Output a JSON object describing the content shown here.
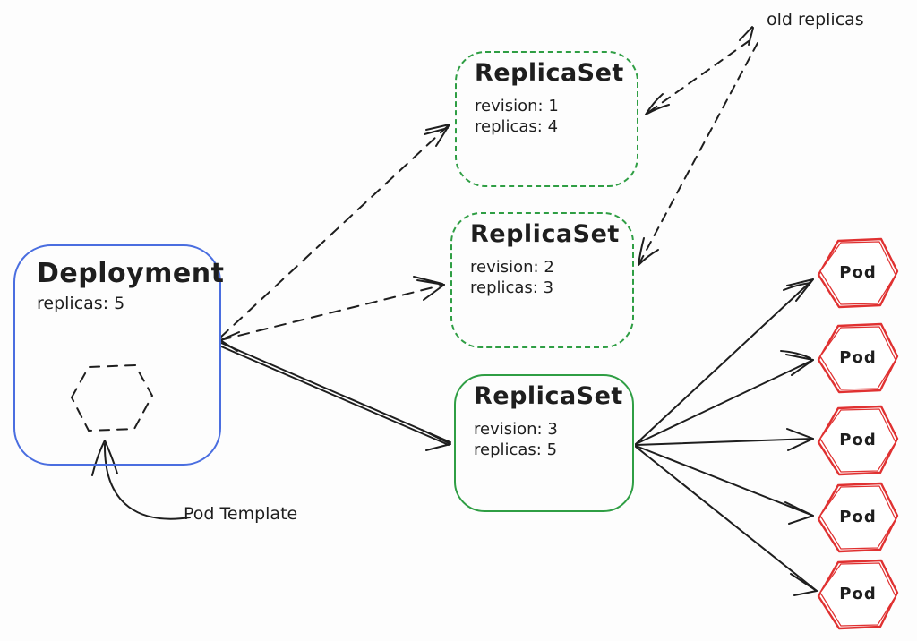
{
  "colors": {
    "background": "#fdfdfd",
    "deployment_border": "#4a6ee0",
    "replicaset_border": "#2f9e44",
    "pod_border": "#e03131",
    "arrow": "#1e1e1e"
  },
  "deployment": {
    "title": "Deployment",
    "replicas": "replicas: 5"
  },
  "replicasets": [
    {
      "title": "ReplicaSet",
      "revision": "revision: 1",
      "replicas": "replicas: 4",
      "state": "old"
    },
    {
      "title": "ReplicaSet",
      "revision": "revision: 2",
      "replicas": "replicas: 3",
      "state": "old"
    },
    {
      "title": "ReplicaSet",
      "revision": "revision: 3",
      "replicas": "replicas: 5",
      "state": "current"
    }
  ],
  "pods": [
    {
      "label": "Pod"
    },
    {
      "label": "Pod"
    },
    {
      "label": "Pod"
    },
    {
      "label": "Pod"
    },
    {
      "label": "Pod"
    }
  ],
  "annotations": {
    "old_replicas": "old replicas",
    "pod_template": "Pod Template"
  }
}
